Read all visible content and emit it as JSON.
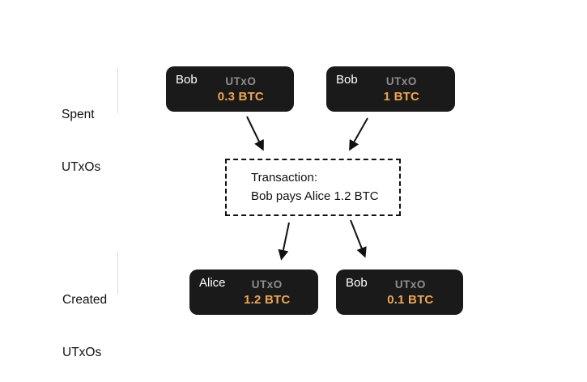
{
  "diagram": {
    "sections": {
      "spent": {
        "label_line1": "Spent",
        "label_line2": "UTxOs"
      },
      "created": {
        "label_line1": "Created",
        "label_line2": "UTxOs"
      }
    },
    "spent_utxos": [
      {
        "owner": "Bob",
        "tag": "UTxO",
        "amount": "0.3 BTC"
      },
      {
        "owner": "Bob",
        "tag": "UTxO",
        "amount": "1 BTC"
      }
    ],
    "transaction": {
      "title": "Transaction:",
      "description": "Bob pays Alice 1.2 BTC"
    },
    "created_utxos": [
      {
        "owner": "Alice",
        "tag": "UTxO",
        "amount": "1.2 BTC"
      },
      {
        "owner": "Bob",
        "tag": "UTxO",
        "amount": "0.1 BTC"
      }
    ],
    "colors": {
      "card_background": "#1a1a1a",
      "owner_text": "#ffffff",
      "tag_text": "#8e8e8e",
      "amount_text": "#f0a64f",
      "arrow": "#111111",
      "divider": "#dcdcdc",
      "label_text": "#111111"
    }
  }
}
